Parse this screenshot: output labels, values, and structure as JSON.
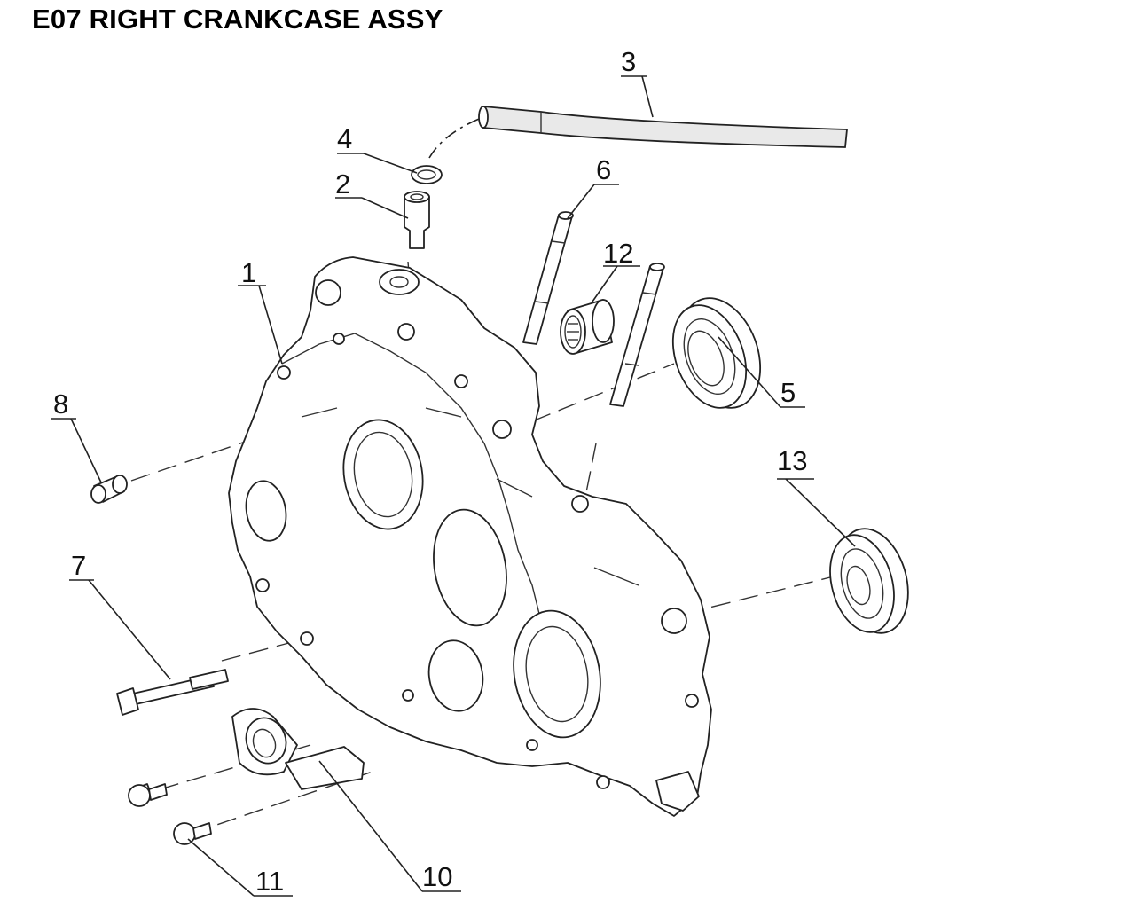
{
  "title": "E07 RIGHT CRANKCASE ASSY",
  "callouts": [
    {
      "id": "1",
      "label": "1"
    },
    {
      "id": "2",
      "label": "2"
    },
    {
      "id": "3",
      "label": "3"
    },
    {
      "id": "4",
      "label": "4"
    },
    {
      "id": "5",
      "label": "5"
    },
    {
      "id": "6",
      "label": "6"
    },
    {
      "id": "7",
      "label": "7"
    },
    {
      "id": "8",
      "label": "8"
    },
    {
      "id": "10",
      "label": "10"
    },
    {
      "id": "11",
      "label": "11"
    },
    {
      "id": "12",
      "label": "12"
    },
    {
      "id": "13",
      "label": "13"
    }
  ]
}
